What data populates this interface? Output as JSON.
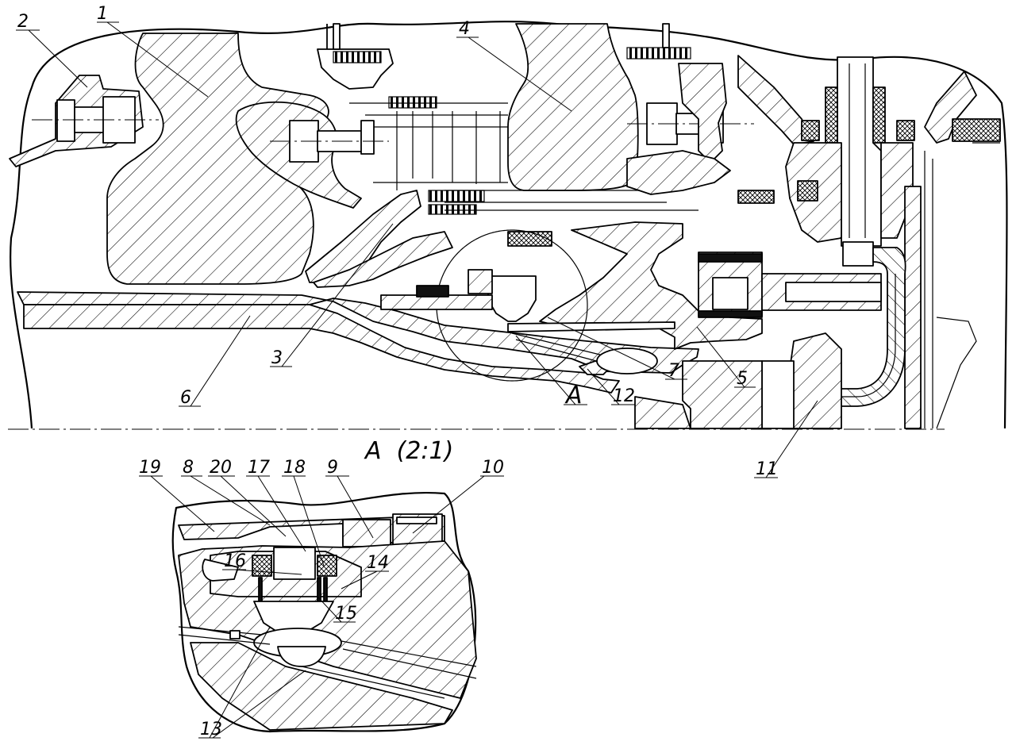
{
  "view_title": "A  (2:1)",
  "main_labels": [
    {
      "id": "1",
      "text": "1"
    },
    {
      "id": "2",
      "text": "2"
    },
    {
      "id": "3",
      "text": "3"
    },
    {
      "id": "4",
      "text": "4"
    },
    {
      "id": "5",
      "text": "5"
    },
    {
      "id": "6",
      "text": "6"
    },
    {
      "id": "7",
      "text": "7"
    },
    {
      "id": "11",
      "text": "11"
    },
    {
      "id": "12",
      "text": "12"
    },
    {
      "id": "A",
      "text": "A"
    }
  ],
  "detail_labels": [
    {
      "id": "8",
      "text": "8"
    },
    {
      "id": "9",
      "text": "9"
    },
    {
      "id": "10",
      "text": "10"
    },
    {
      "id": "13",
      "text": "13"
    },
    {
      "id": "14",
      "text": "14"
    },
    {
      "id": "15",
      "text": "15"
    },
    {
      "id": "16",
      "text": "16"
    },
    {
      "id": "17",
      "text": "17"
    },
    {
      "id": "18",
      "text": "18"
    },
    {
      "id": "19",
      "text": "19"
    },
    {
      "id": "20",
      "text": "20"
    }
  ]
}
